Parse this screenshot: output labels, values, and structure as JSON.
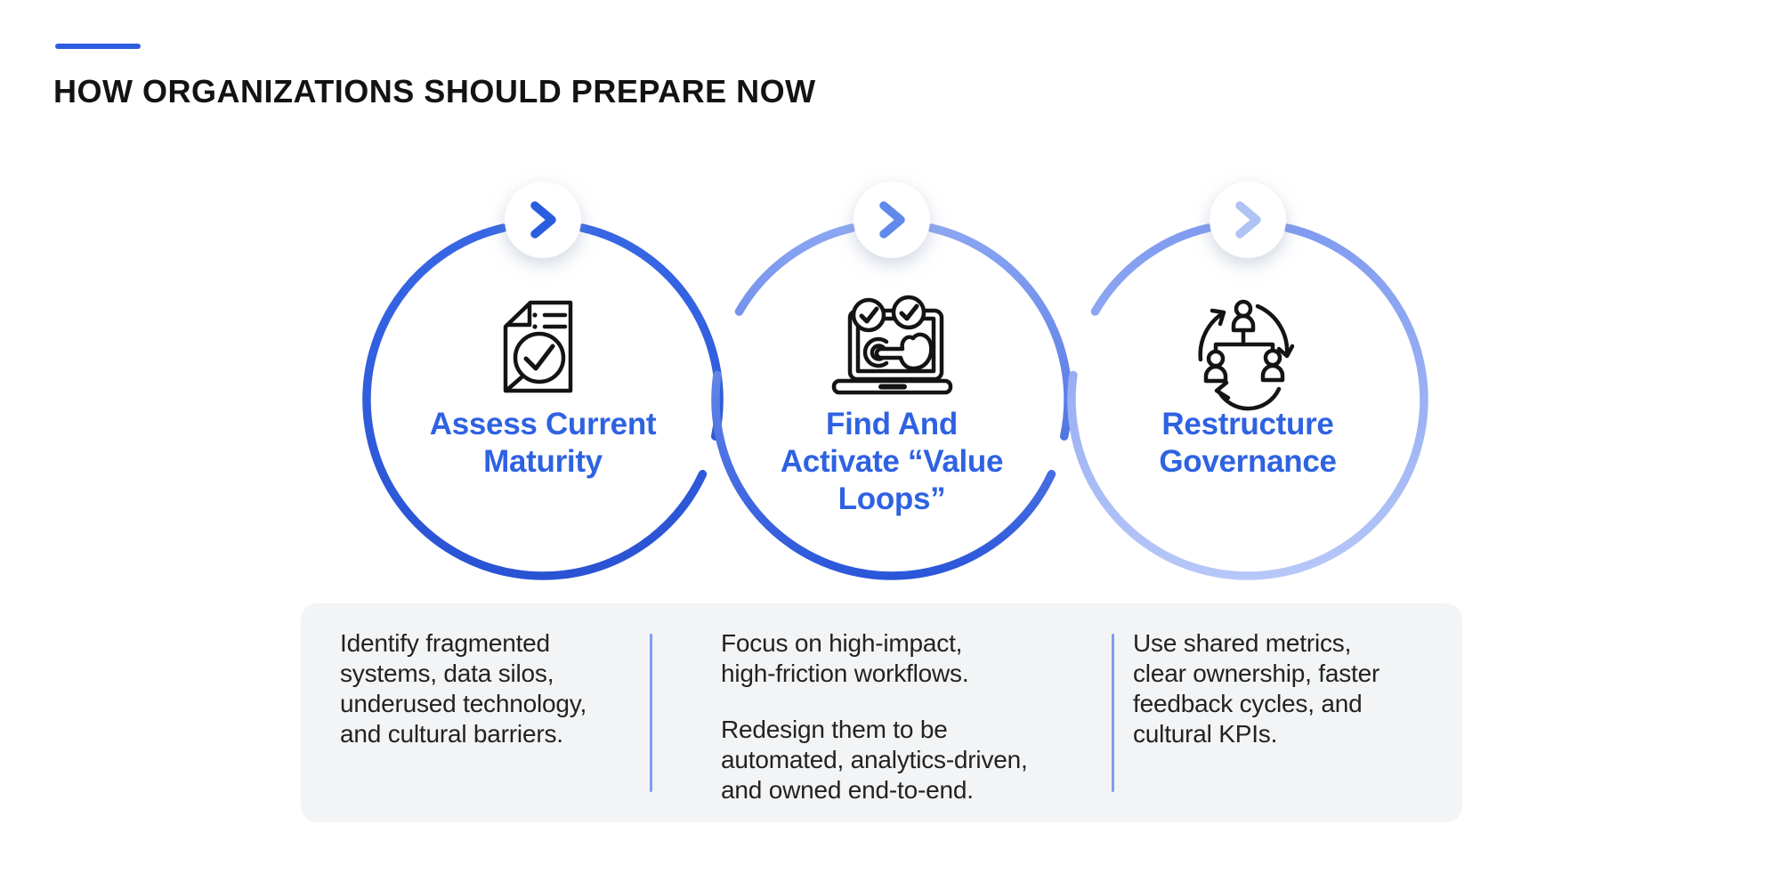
{
  "header": {
    "title": "HOW ORGANIZATIONS SHOULD PREPARE NOW"
  },
  "steps": [
    {
      "badge_icon": "chevron-right-icon",
      "icon": "document-check-magnifier-icon",
      "title_lines": [
        "Assess Current",
        "Maturity"
      ]
    },
    {
      "badge_icon": "chevron-right-icon",
      "icon": "laptop-checks-click-icon",
      "title_lines": [
        "Find And",
        "Activate “Value",
        "Loops”"
      ]
    },
    {
      "badge_icon": "chevron-right-icon",
      "icon": "org-chart-cycle-icon",
      "title_lines": [
        "Restructure",
        "Governance"
      ]
    }
  ],
  "details": {
    "column1": {
      "lines": [
        "Identify fragmented",
        "systems, data silos,",
        "underused technology,",
        "and cultural barriers."
      ]
    },
    "column2": {
      "paragraph1_lines": [
        "Focus on high-impact,",
        "high-friction workflows."
      ],
      "paragraph2_lines": [
        "Redesign them to be",
        "automated, analytics-driven,",
        "and owned end-to-end."
      ]
    },
    "column3": {
      "lines": [
        "Use shared metrics,",
        "clear ownership, faster",
        "feedback cycles, and",
        "cultural KPIs."
      ]
    }
  },
  "colors": {
    "accent_blue": "#2e5ee0",
    "step_title_blue": "#2e62e1",
    "circle1_top": "#3767e4",
    "circle1_bottom": "#2a53d4",
    "circle2_top": "#8da7f3",
    "circle2_bottom": "#2a56da",
    "circle3_top": "#7f9bf0",
    "circle3_bottom": "#b7c7f8",
    "chevron1": "#2a5cdf",
    "chevron2": "#6189ec",
    "chevron3": "#b0c3f5",
    "panel_background": "#f3f4f5",
    "divider_blue": "#7e9ff0",
    "body_text": "#222222",
    "title_text": "#131313",
    "icon_line": "#141414"
  }
}
